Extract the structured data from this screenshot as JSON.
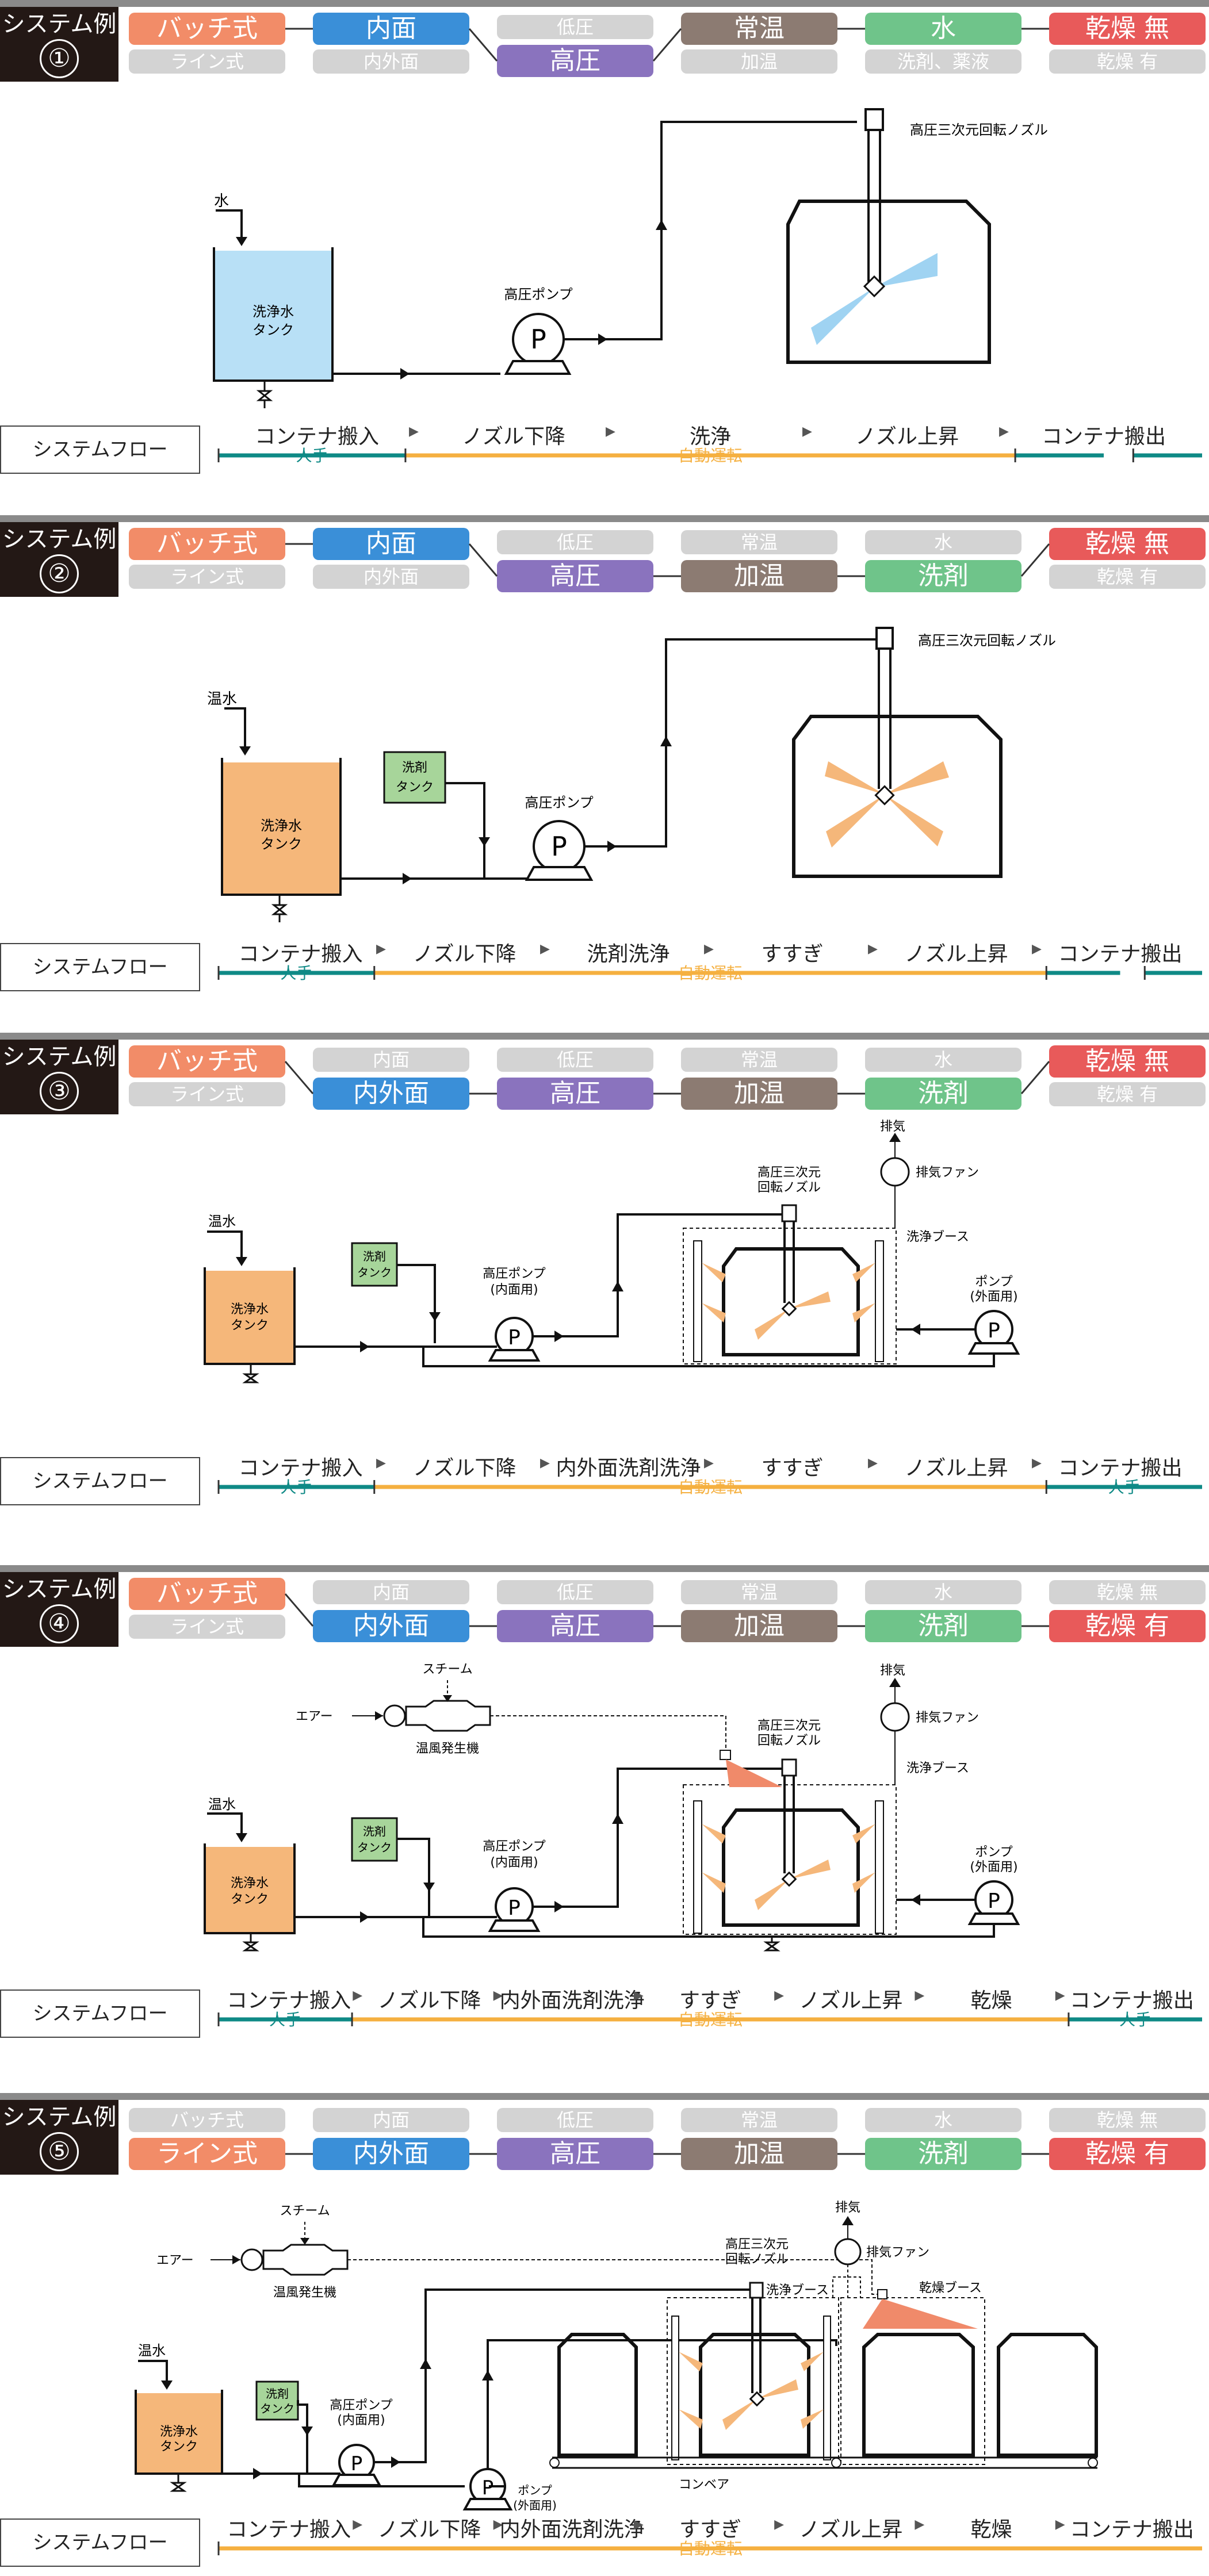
{
  "colors": {
    "batch": "#f28c68",
    "inner": "#3a8fd8",
    "pressure": "#8a73be",
    "temp": "#8c7b72",
    "agent": "#6fc48a",
    "dry": "#e85a5a",
    "off": "#d3d3d3",
    "manual": "#0f8a86",
    "auto": "#f5b040",
    "water_tank": "#b8e0f6",
    "hot_tank": "#f5b77a",
    "detergent": "#a7d59a"
  },
  "flow_title": "システムフロー",
  "segment_labels": {
    "manual": "人手",
    "auto": "自動運転"
  },
  "labels": {
    "water": "水",
    "hot_water": "温水",
    "tank": "洗浄水タンク",
    "tank_line1": "洗浄水",
    "tank_line2": "タンク",
    "detergent_line1": "洗剤",
    "detergent_line2": "タンク",
    "hp_pump": "高圧ポンプ",
    "hp_pump_inner_1": "高圧ポンプ",
    "hp_pump_inner_2": "(内面用)",
    "pump_outer_1": "ポンプ",
    "pump_outer_2": "(外面用)",
    "nozzle": "高圧三次元回転ノズル",
    "nozzle_1": "高圧三次元",
    "nozzle_2": "回転ノズル",
    "exhaust": "排気",
    "fan": "排気ファン",
    "booth": "洗浄ブース",
    "dry_booth": "乾燥ブース",
    "air": "エアー",
    "steam": "スチーム",
    "heater": "温風発生機",
    "conveyor": "コンベア",
    "pump_letter": "P"
  },
  "sections": [
    {
      "title": "システム例",
      "number": "①",
      "options": [
        {
          "top": "バッチ式",
          "bottom": "ライン式",
          "sel": "top",
          "key": "batch"
        },
        {
          "top": "内面",
          "bottom": "内外面",
          "sel": "top",
          "key": "inner"
        },
        {
          "top": "低圧",
          "bottom": "高圧",
          "sel": "bottom",
          "key": "pressure"
        },
        {
          "top": "常温",
          "bottom": "加温",
          "sel": "top",
          "key": "temp"
        },
        {
          "top": "水",
          "bottom": "洗剤、薬液",
          "sel": "top",
          "key": "agent"
        },
        {
          "top": "乾燥 無",
          "bottom": "乾燥 有",
          "sel": "top",
          "key": "dry"
        }
      ],
      "flow": [
        "コンテナ搬入",
        "ノズル下降",
        "洗浄",
        "ノズル上昇",
        "コンテナ搬出"
      ]
    },
    {
      "title": "システム例",
      "number": "②",
      "options": [
        {
          "top": "バッチ式",
          "bottom": "ライン式",
          "sel": "top",
          "key": "batch"
        },
        {
          "top": "内面",
          "bottom": "内外面",
          "sel": "top",
          "key": "inner"
        },
        {
          "top": "低圧",
          "bottom": "高圧",
          "sel": "bottom",
          "key": "pressure"
        },
        {
          "top": "常温",
          "bottom": "加温",
          "sel": "bottom",
          "key": "temp"
        },
        {
          "top": "水",
          "bottom": "洗剤",
          "sel": "bottom",
          "key": "agent"
        },
        {
          "top": "乾燥 無",
          "bottom": "乾燥 有",
          "sel": "top",
          "key": "dry"
        }
      ],
      "flow": [
        "コンテナ搬入",
        "ノズル下降",
        "洗剤洗浄",
        "すすぎ",
        "ノズル上昇",
        "コンテナ搬出"
      ]
    },
    {
      "title": "システム例",
      "number": "③",
      "options": [
        {
          "top": "バッチ式",
          "bottom": "ライン式",
          "sel": "top",
          "key": "batch"
        },
        {
          "top": "内面",
          "bottom": "内外面",
          "sel": "bottom",
          "key": "inner"
        },
        {
          "top": "低圧",
          "bottom": "高圧",
          "sel": "bottom",
          "key": "pressure"
        },
        {
          "top": "常温",
          "bottom": "加温",
          "sel": "bottom",
          "key": "temp"
        },
        {
          "top": "水",
          "bottom": "洗剤",
          "sel": "bottom",
          "key": "agent"
        },
        {
          "top": "乾燥 無",
          "bottom": "乾燥 有",
          "sel": "top",
          "key": "dry"
        }
      ],
      "flow": [
        "コンテナ搬入",
        "ノズル下降",
        "内外面洗剤洗浄",
        "すすぎ",
        "ノズル上昇",
        "コンテナ搬出"
      ]
    },
    {
      "title": "システム例",
      "number": "④",
      "options": [
        {
          "top": "バッチ式",
          "bottom": "ライン式",
          "sel": "top",
          "key": "batch"
        },
        {
          "top": "内面",
          "bottom": "内外面",
          "sel": "bottom",
          "key": "inner"
        },
        {
          "top": "低圧",
          "bottom": "高圧",
          "sel": "bottom",
          "key": "pressure"
        },
        {
          "top": "常温",
          "bottom": "加温",
          "sel": "bottom",
          "key": "temp"
        },
        {
          "top": "水",
          "bottom": "洗剤",
          "sel": "bottom",
          "key": "agent"
        },
        {
          "top": "乾燥 無",
          "bottom": "乾燥 有",
          "sel": "bottom",
          "key": "dry"
        }
      ],
      "flow": [
        "コンテナ搬入",
        "ノズル下降",
        "内外面洗剤洗浄",
        "すすぎ",
        "ノズル上昇",
        "乾燥",
        "コンテナ搬出"
      ]
    },
    {
      "title": "システム例",
      "number": "⑤",
      "options": [
        {
          "top": "バッチ式",
          "bottom": "ライン式",
          "sel": "bottom",
          "key": "batch"
        },
        {
          "top": "内面",
          "bottom": "内外面",
          "sel": "bottom",
          "key": "inner"
        },
        {
          "top": "低圧",
          "bottom": "高圧",
          "sel": "bottom",
          "key": "pressure"
        },
        {
          "top": "常温",
          "bottom": "加温",
          "sel": "bottom",
          "key": "temp"
        },
        {
          "top": "水",
          "bottom": "洗剤",
          "sel": "bottom",
          "key": "agent"
        },
        {
          "top": "乾燥 無",
          "bottom": "乾燥 有",
          "sel": "bottom",
          "key": "dry"
        }
      ],
      "flow": [
        "コンテナ搬入",
        "ノズル下降",
        "内外面洗剤洗浄",
        "すすぎ",
        "ノズル上昇",
        "乾燥",
        "コンテナ搬出"
      ]
    }
  ]
}
